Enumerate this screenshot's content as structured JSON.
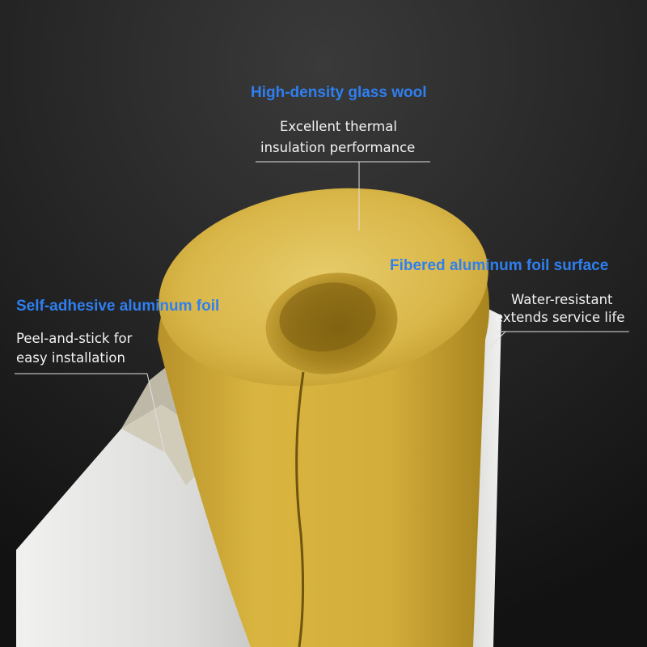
{
  "callouts": {
    "glass_wool": {
      "title": "High-density glass wool",
      "lines": [
        "Excellent thermal",
        "insulation performance"
      ]
    },
    "fibered_foil": {
      "title": "Fibered aluminum foil surface",
      "lines": [
        "Water-resistant",
        "extends service life"
      ]
    },
    "adhesive_foil": {
      "title": "Self-adhesive aluminum foil",
      "lines": [
        "Peel-and-stick for",
        "easy installation"
      ]
    }
  },
  "colors": {
    "title_blue": "#2f7ff0",
    "body_text": "#f2f2f2",
    "background": "#1a1a1a",
    "glass_wool_yellow": "#d8b23c",
    "foil_white": "#e6e6e4"
  }
}
